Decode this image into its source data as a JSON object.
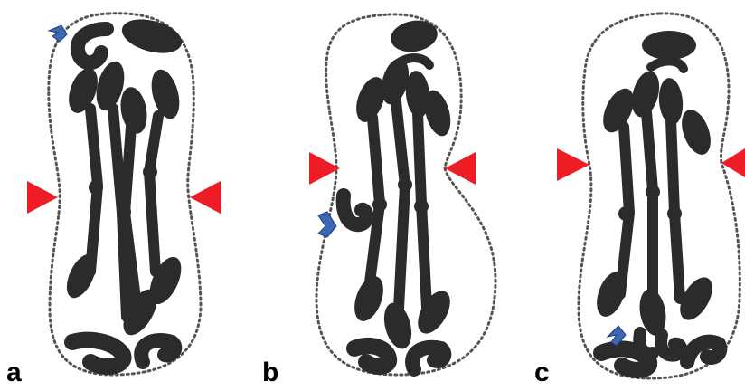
{
  "panels": [
    {
      "label": "a",
      "variant": "symmetric-furrow"
    },
    {
      "label": "b",
      "variant": "left-furrow-with-lagging-chromosome"
    },
    {
      "label": "c",
      "variant": "asymmetric-furrow-with-extra-chromosome"
    }
  ],
  "colors": {
    "chromosome": "#2b2b2b",
    "outline": "#555555",
    "furrow_arrow": "#ee1c25",
    "chromosome_arrow": "#3b68b5",
    "background": "#ffffff"
  },
  "icons": {
    "furrow_marker": "red-triangle-icon",
    "chromosome_marker": "blue-chevron-icon"
  }
}
